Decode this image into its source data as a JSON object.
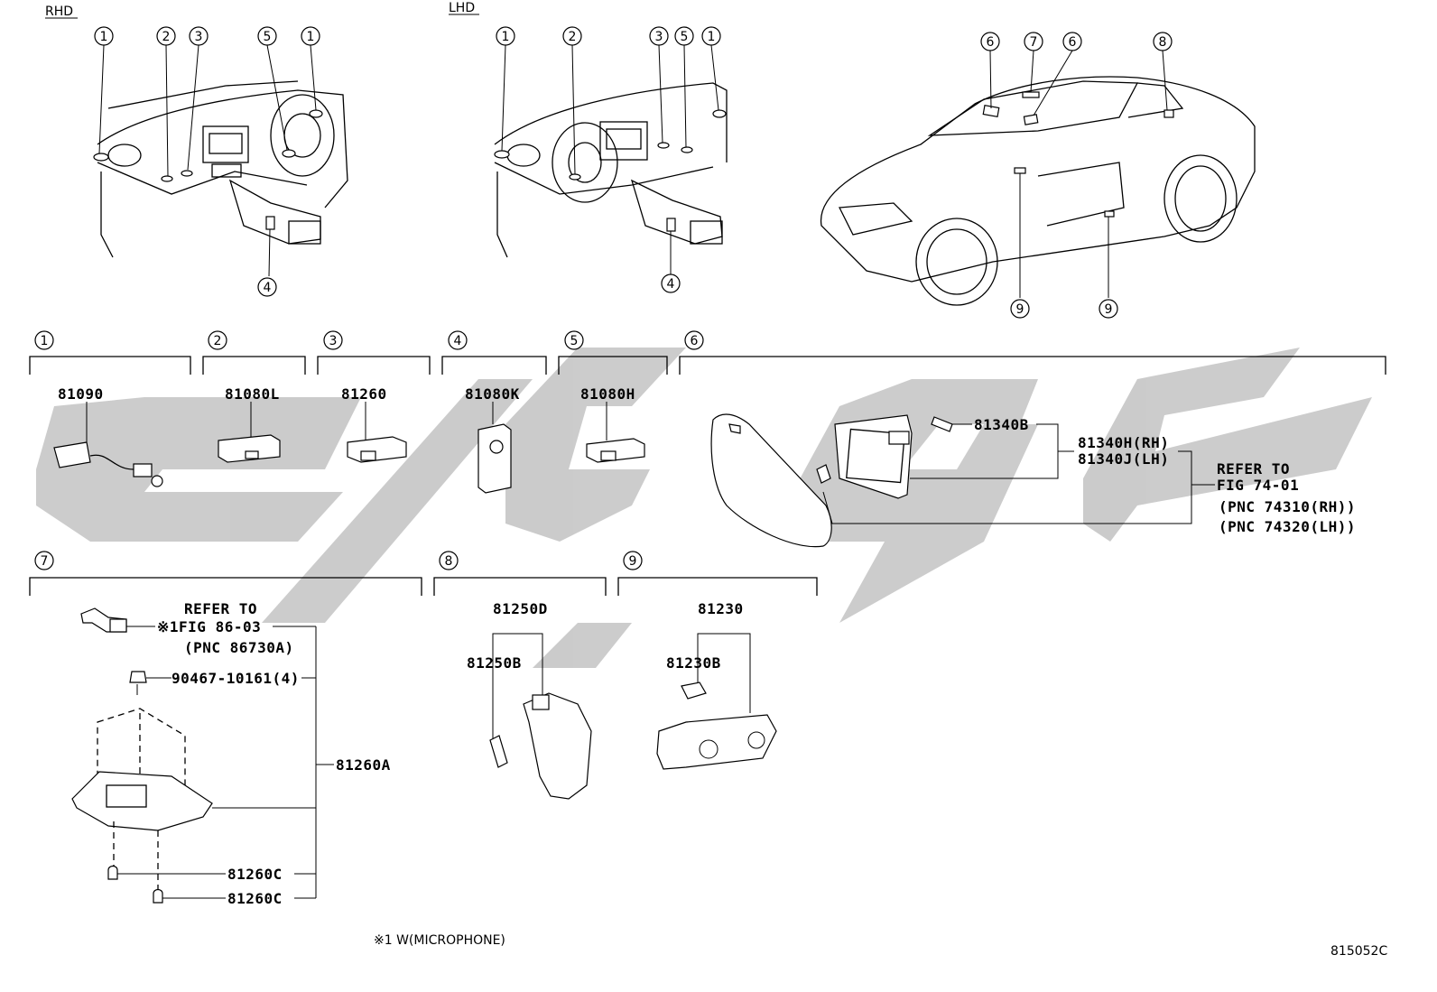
{
  "labels": {
    "rhd": "RHD",
    "lhd": "LHD"
  },
  "callouts": {
    "rhd": [
      "1",
      "2",
      "3",
      "5",
      "1",
      "4"
    ],
    "lhd": [
      "1",
      "2",
      "3",
      "5",
      "1",
      "4"
    ],
    "car": [
      "6",
      "7",
      "6",
      "8",
      "9",
      "9"
    ],
    "sections": [
      "1",
      "2",
      "3",
      "4",
      "5",
      "6",
      "7",
      "8",
      "9"
    ]
  },
  "sections": [
    {
      "id": "1",
      "parts": [
        "81090"
      ]
    },
    {
      "id": "2",
      "parts": [
        "81080L"
      ]
    },
    {
      "id": "3",
      "parts": [
        "81260"
      ]
    },
    {
      "id": "4",
      "parts": [
        "81080K"
      ]
    },
    {
      "id": "5",
      "parts": [
        "81080H"
      ]
    },
    {
      "id": "6",
      "parts": [
        "81340B",
        "81340H(RH)",
        "81340J(LH)"
      ],
      "refer": [
        "REFER TO",
        "FIG 74-01",
        "(PNC 74310(RH))",
        "(PNC 74320(LH))"
      ]
    },
    {
      "id": "7",
      "parts": [
        "90467-10161(4)",
        "81260A",
        "81260C",
        "81260C"
      ],
      "refer": [
        "REFER TO",
        "※1FIG 86-03",
        "(PNC 86730A)"
      ]
    },
    {
      "id": "8",
      "parts": [
        "81250D",
        "81250B"
      ]
    },
    {
      "id": "9",
      "parts": [
        "81230",
        "81230B"
      ]
    }
  ],
  "footnote": "※1 W(MICROPHONE)",
  "diagram_code": "815052C"
}
